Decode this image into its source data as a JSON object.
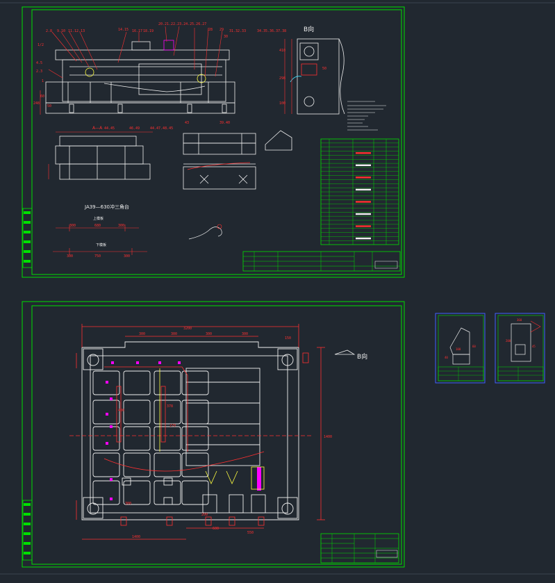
{
  "colors": {
    "background": "#212830",
    "frame": "#00e000",
    "geometry": "#f0f0f0",
    "dimension": "#ff3030",
    "accent": "#ff00ff",
    "cyan": "#40e0ff",
    "yellow": "#ffff40",
    "border_blue": "#4060ff"
  },
  "sheet_top": {
    "view_b_label": "B向",
    "section_label": "A—A",
    "caption": "JA39—630冲三角台",
    "upper_label": "上模板",
    "lower_label": "下模板",
    "dims_top": [
      "300",
      "680",
      "300"
    ],
    "dims_bottom": [
      "300",
      "750",
      "300"
    ],
    "balloons": [
      "2.8",
      "9.10",
      "11.12.13",
      "14.15",
      "16.17",
      "18.19",
      "20.21.22.23.24.25.26.27",
      "28",
      "29",
      "30",
      "31.32.33",
      "34.35.36.37.38"
    ],
    "section_balloons": [
      "44.45",
      "46.49",
      "44.47.48.45",
      "43",
      "39.40"
    ],
    "side_dims": [
      "1/2",
      "4.5",
      "2.3",
      "1",
      "50",
      "60",
      "248"
    ],
    "view_dims": [
      "410",
      "298",
      "100",
      "50"
    ]
  },
  "sheet_bottom": {
    "view_b_label": "B向",
    "dims_top": [
      "3200",
      "300",
      "300",
      "300",
      "300",
      "150"
    ],
    "dims_right": [
      "1400"
    ],
    "dims_inner": [
      "400",
      "378",
      "270",
      "300"
    ],
    "dims_bottom": [
      "1400",
      "600",
      "550",
      "200"
    ]
  },
  "thumbnails": [
    {
      "dims": [
        "100",
        "60",
        "40"
      ]
    },
    {
      "dims": [
        "360",
        "200",
        "45"
      ]
    }
  ]
}
